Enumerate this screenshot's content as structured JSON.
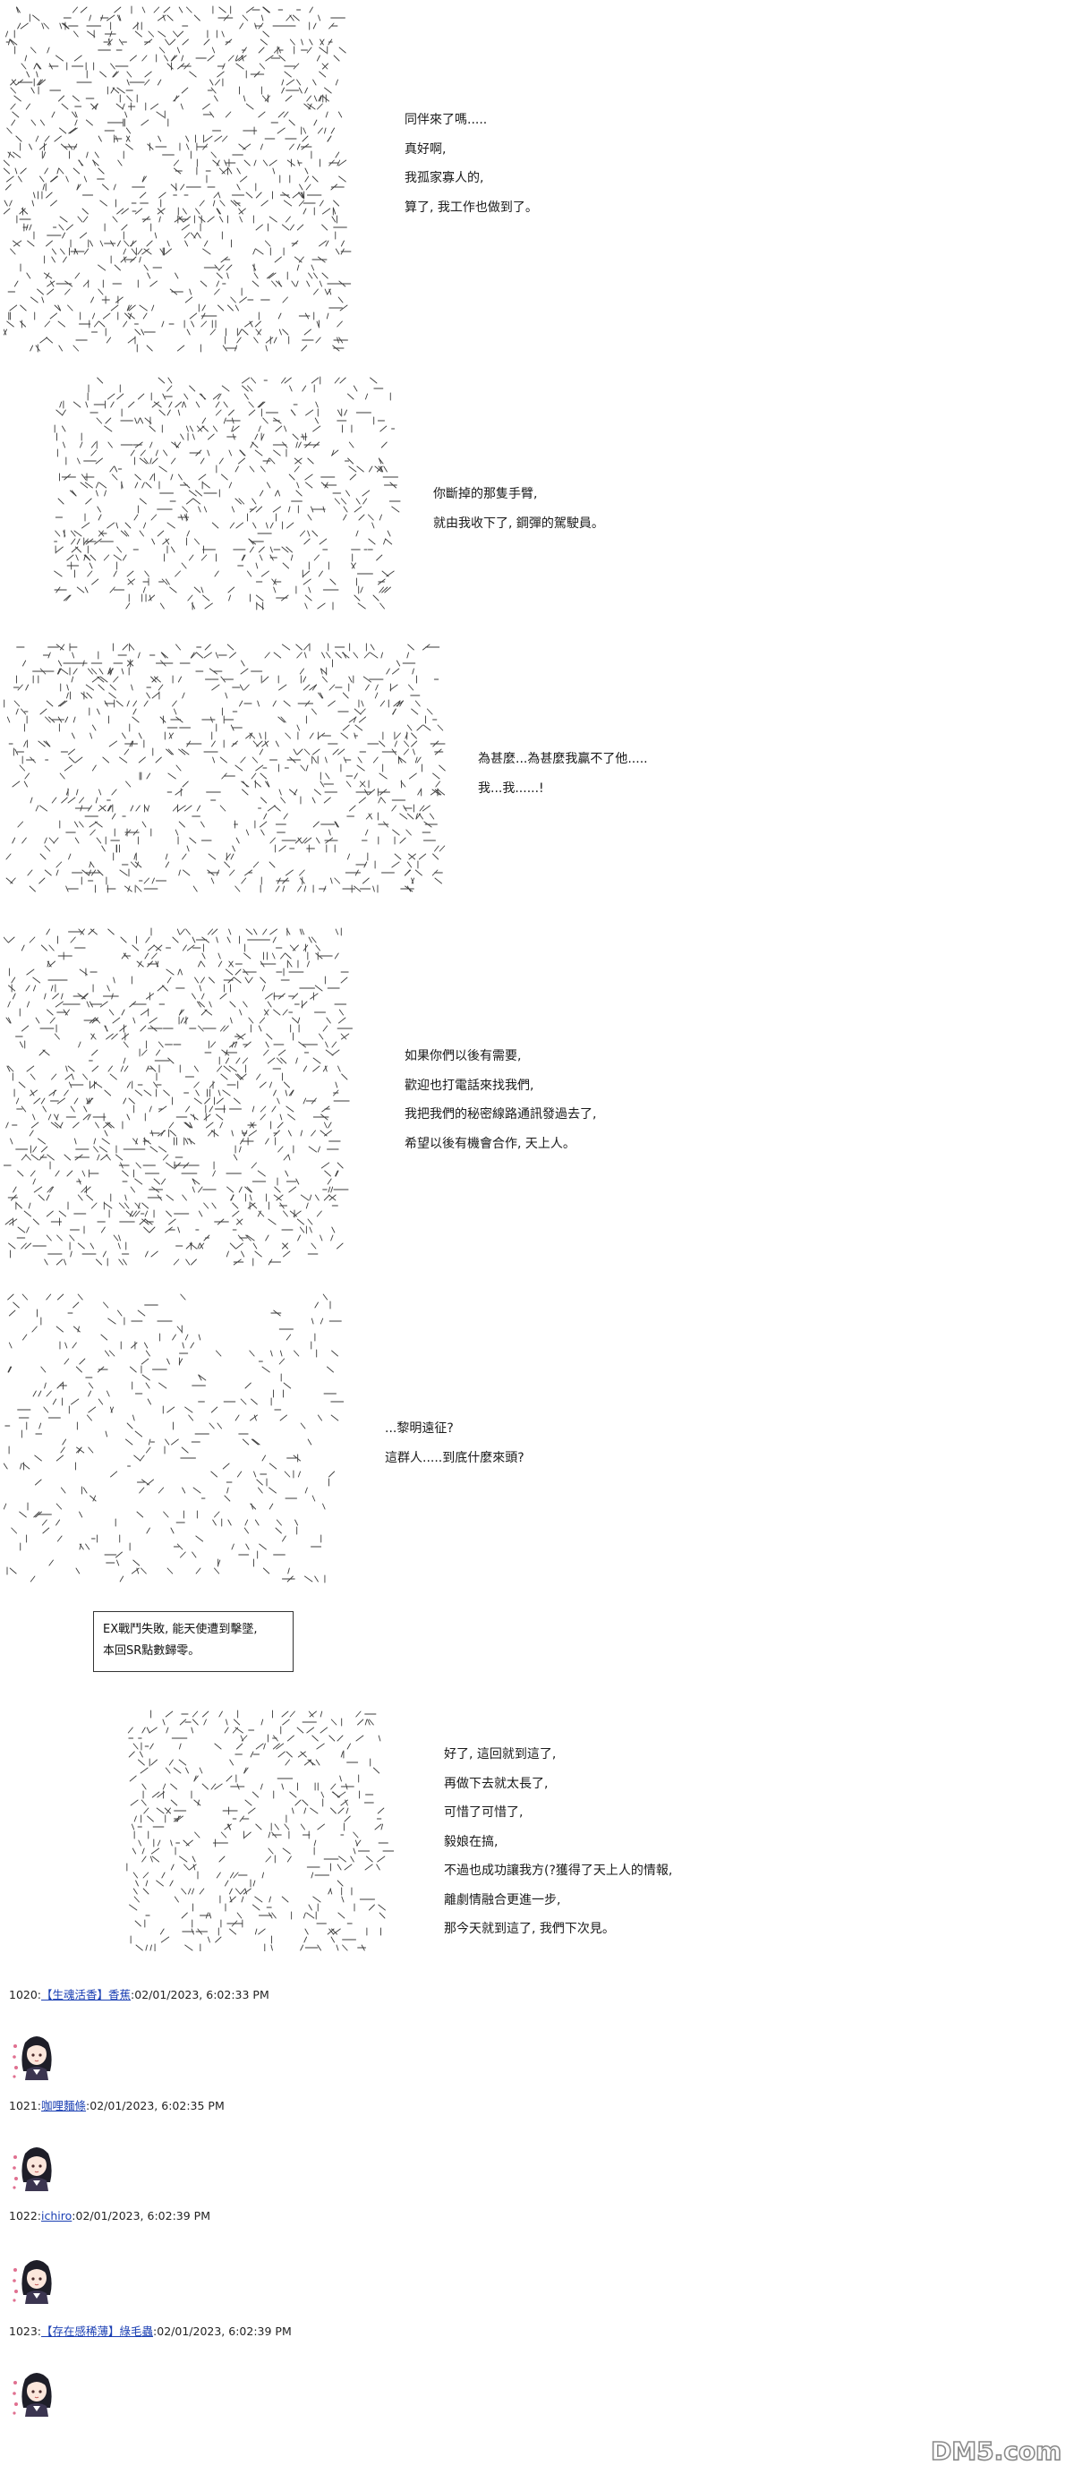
{
  "panels": [
    {
      "lines": [
        "同伴來了嗎.....",
        "真好啊,",
        "我孤家寡人的,",
        "算了, 我工作也做到了。"
      ]
    },
    {
      "lines": [
        "你斷掉的那隻手臂,",
        "就由我收下了, 鋼彈的駕駛員。"
      ]
    },
    {
      "lines": [
        "為甚麼...為甚麼我贏不了他.....",
        "我...我......!"
      ]
    },
    {
      "lines": [
        "如果你們以後有需要,",
        "歡迎也打電話來找我們,",
        "我把我們的秘密線路通訊發過去了,",
        "希望以後有機會合作, 天上人。"
      ]
    },
    {
      "lines": [
        "...黎明遠征?",
        "這群人.....到底什麼來頭?"
      ]
    },
    {
      "lines": [
        "好了, 這回就到這了,",
        "再做下去就太長了,",
        "可惜了可惜了,",
        "毅娘在搞,",
        "不過也成功讓我方(?獲得了天上人的情報,",
        "離劇情融合更進一步,",
        "那今天就到這了, 我們下次見。"
      ]
    }
  ],
  "notice": {
    "line1": "EX戰鬥失敗, 能天使遭到擊墜,",
    "line2": "本回SR點數歸零。"
  },
  "posts": [
    {
      "number": "1020:",
      "name": "【生魂活香】香蕉",
      "timestamp": ":02/01/2023, 6:02:33 PM"
    },
    {
      "number": "1021:",
      "name": "咖哩麵條",
      "timestamp": ":02/01/2023, 6:02:35 PM"
    },
    {
      "number": "1022:",
      "name": "ichiro",
      "timestamp": ":02/01/2023, 6:02:39 PM"
    },
    {
      "number": "1023:",
      "name": "【存在感稀薄】綠毛蟲",
      "timestamp": ":02/01/2023, 6:02:39 PM"
    }
  ],
  "watermark": {
    "text": "DM5.com"
  },
  "colors": {
    "link": "#1a3fb3",
    "art_stroke": "#3a3a3a"
  }
}
